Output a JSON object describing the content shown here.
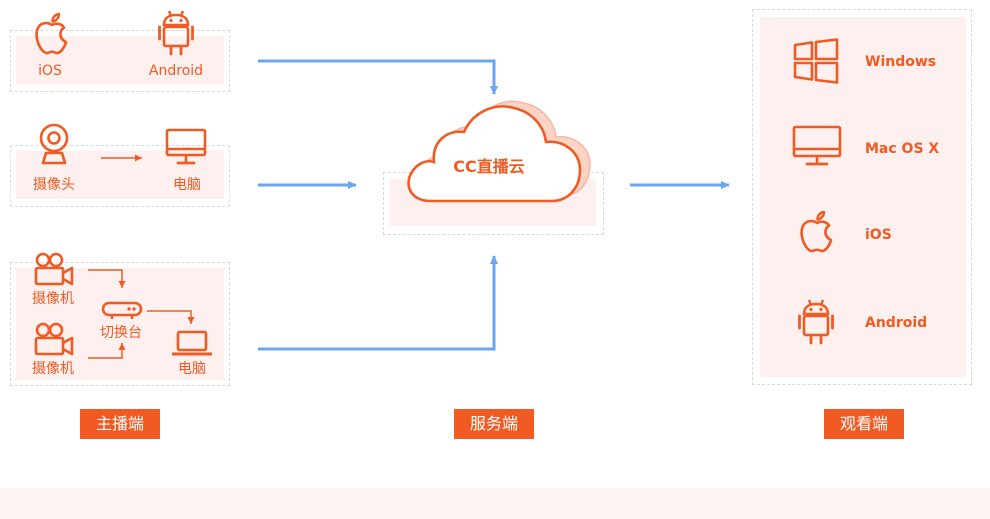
{
  "broadcaster": {
    "mobile": {
      "ios_label": "iOS",
      "android_label": "Android"
    },
    "webcam": {
      "camera_label": "摄像头",
      "computer_label": "电脑"
    },
    "studio": {
      "camera1_label": "摄像机",
      "camera2_label": "摄像机",
      "switcher_label": "切换台",
      "computer_label": "电脑"
    },
    "tag": "主播端"
  },
  "server": {
    "cloud_label": "CC直播云",
    "tag": "服务端"
  },
  "viewer": {
    "items": [
      {
        "label": "Windows",
        "icon": "windows-icon"
      },
      {
        "label": "Mac OS X",
        "icon": "monitor-icon"
      },
      {
        "label": "iOS",
        "icon": "apple-icon"
      },
      {
        "label": "Android",
        "icon": "android-icon"
      }
    ],
    "tag": "观看端"
  },
  "colors": {
    "accent": "#f15a22",
    "arrow": "#6aa5ee",
    "fill": "#fdf0ee"
  }
}
